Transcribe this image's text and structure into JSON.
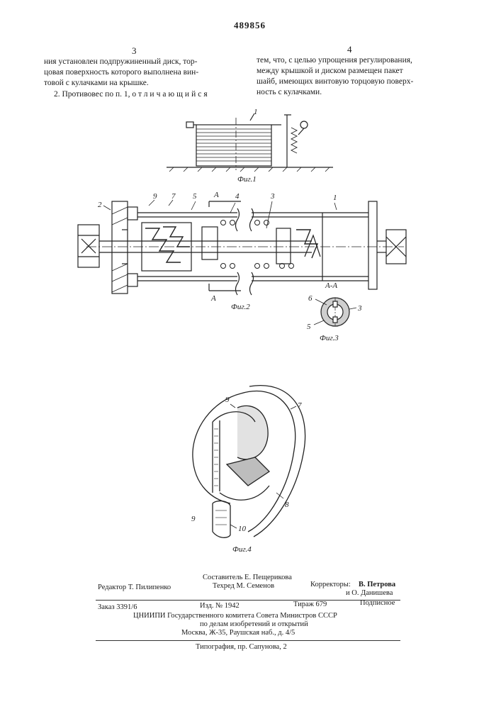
{
  "patent_number": "489856",
  "columns": {
    "left_number": "3",
    "right_number": "4",
    "left_text": [
      "ния установлен подпружиненный диск, тор-",
      "цовая поверхность которого выполнена вин-",
      "товой с кулачками на крышке."
    ],
    "claim2_prefix": "2. Противовес по п. 1,",
    "claim2_spaced": "отличающийся",
    "right_text": [
      "тем, что, с целью упрощения регулирования,",
      "между крышкой и диском размещен пакет",
      "шайб, имеющих винтовую торцовую поверх-",
      "ность с кулачками."
    ]
  },
  "figures": {
    "fig1": {
      "caption": "Фиг.1",
      "labels": [
        "1"
      ]
    },
    "fig2": {
      "caption": "Фиг.2",
      "labels": [
        "2",
        "9",
        "7",
        "5",
        "A",
        "4",
        "3",
        "1",
        "A"
      ]
    },
    "fig3": {
      "caption": "Фиг.3",
      "section": "А-А",
      "labels": [
        "6",
        "3",
        "5"
      ]
    },
    "fig4": {
      "caption": "Фиг.4",
      "labels": [
        "9",
        "7",
        "9",
        "8",
        "10"
      ]
    }
  },
  "imprint": {
    "editor": "Редактор Т. Пилипенко",
    "compiler": "Составитель Е. Пещерикова",
    "techred": "Техред М. Семенов",
    "correctors_label": "Корректоры:",
    "corrector1": "В. Петрова",
    "corrector2": "и О. Данишева",
    "order": "Заказ 3391/6",
    "edition": "Изд. № 1942",
    "print_run": "Тираж 679",
    "subscription": "Подписное",
    "institute": "ЦНИИПИ Государственного комитета Совета Министров СССР",
    "affairs": "по делам изобретений и открытий",
    "address": "Москва, Ж-35, Раушская наб., д. 4/5",
    "printing": "Типография, пр. Сапунова, 2"
  }
}
